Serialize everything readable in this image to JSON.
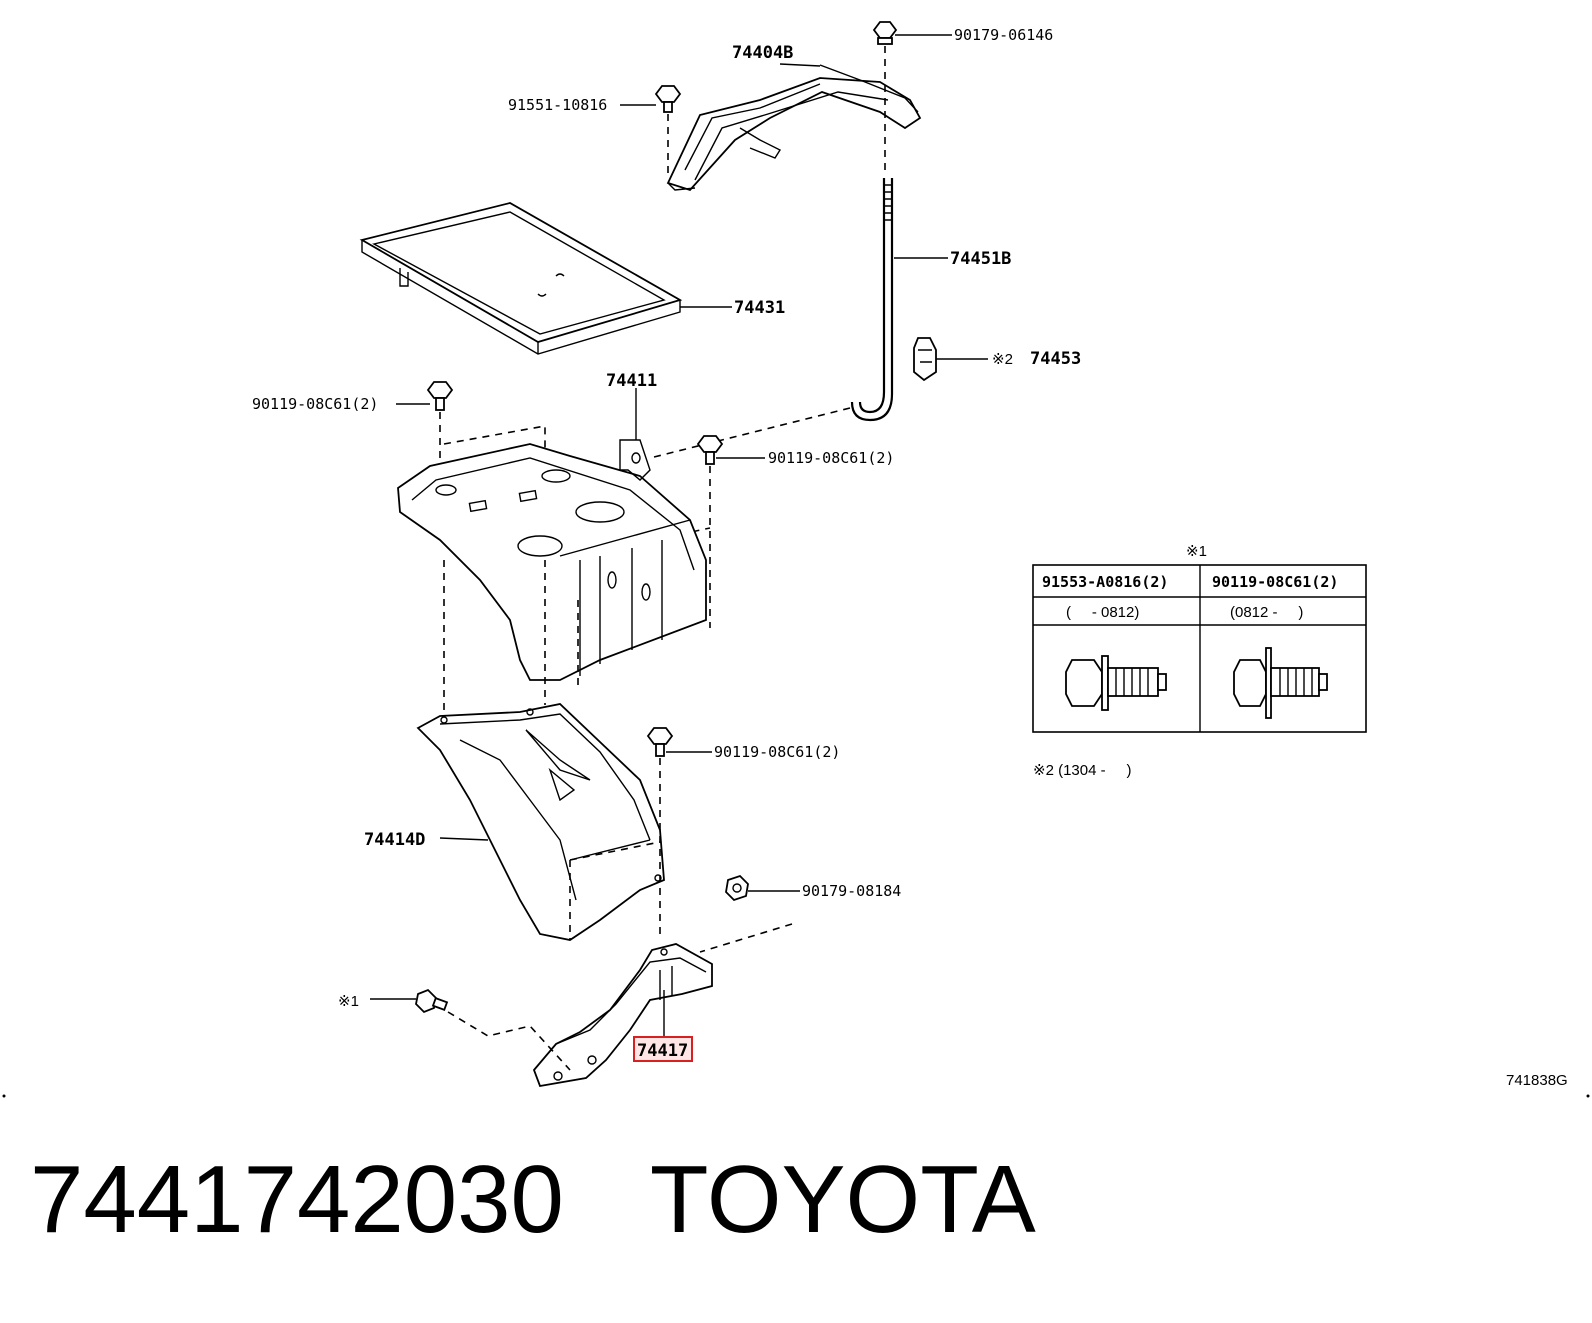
{
  "diagram": {
    "labels": {
      "p74404B": "74404B",
      "p90179_06146": "90179-06146",
      "p91551_10816": "91551-10816",
      "p74451B": "74451B",
      "p74431": "74431",
      "p74453": "74453",
      "p74453_mark": "※2",
      "p74411": "74411",
      "p90119_a": "90119-08C61(2)",
      "p90119_b": "90119-08C61(2)",
      "p90119_c": "90119-08C61(2)",
      "p74414D": "74414D",
      "p90179_08184": "90179-08184",
      "p_mark1": "※1",
      "p74417": "74417"
    },
    "table": {
      "mark": "※1",
      "col1_part": "91553-A0816(2)",
      "col2_part": "90119-08C61(2)",
      "col1_range": "(     - 0812)",
      "col2_range": "(0812 -     )"
    },
    "note2": "※2 (1304 -     )",
    "figure_code": "741838G",
    "highlight_color": "#d92020"
  },
  "caption": {
    "part_number": "7441742030",
    "brand": "TOYOTA"
  }
}
